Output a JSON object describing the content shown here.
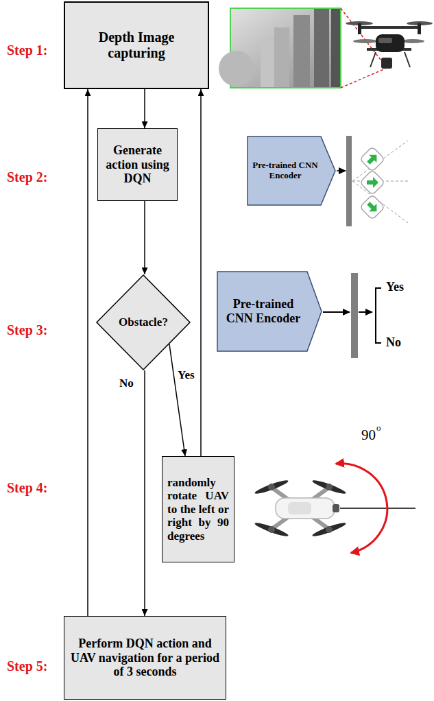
{
  "diagram": {
    "nodes": [
      {
        "text": [
          "Depth Image capturing"
        ]
      },
      {
        "text": [
          "Generate action using DQN"
        ]
      },
      {
        "text": [
          "Pre-trained CNN Encoder"
        ]
      },
      {
        "text": [
          "Obstacle?"
        ]
      },
      {
        "text": [
          "Pre-trained CNN Encoder"
        ]
      },
      {
        "text": [
          "randomly rotate UAV to the left or right by 90 degrees"
        ]
      },
      {
        "text": [
          "Perform DQN action and UAV navigation for a period of 3 seconds"
        ]
      }
    ],
    "edges": [
      {
        "from": 0,
        "to": 1,
        "arrow": "to"
      },
      {
        "from": 1,
        "to": 3,
        "arrow": "to"
      },
      {
        "from": 3,
        "to": 6,
        "label": "No",
        "arrow": "to"
      },
      {
        "from": 3,
        "to": 5,
        "label": "Yes",
        "arrow": "to"
      },
      {
        "from": 5,
        "to": 0,
        "arrow": "to"
      },
      {
        "from": 6,
        "to": 0,
        "arrow": "to"
      }
    ],
    "labels": [
      "Step 1:",
      "Step 2:",
      "Step 3:",
      "Step 4:",
      "Step 5:",
      "Yes",
      "No",
      "90",
      "o"
    ]
  }
}
